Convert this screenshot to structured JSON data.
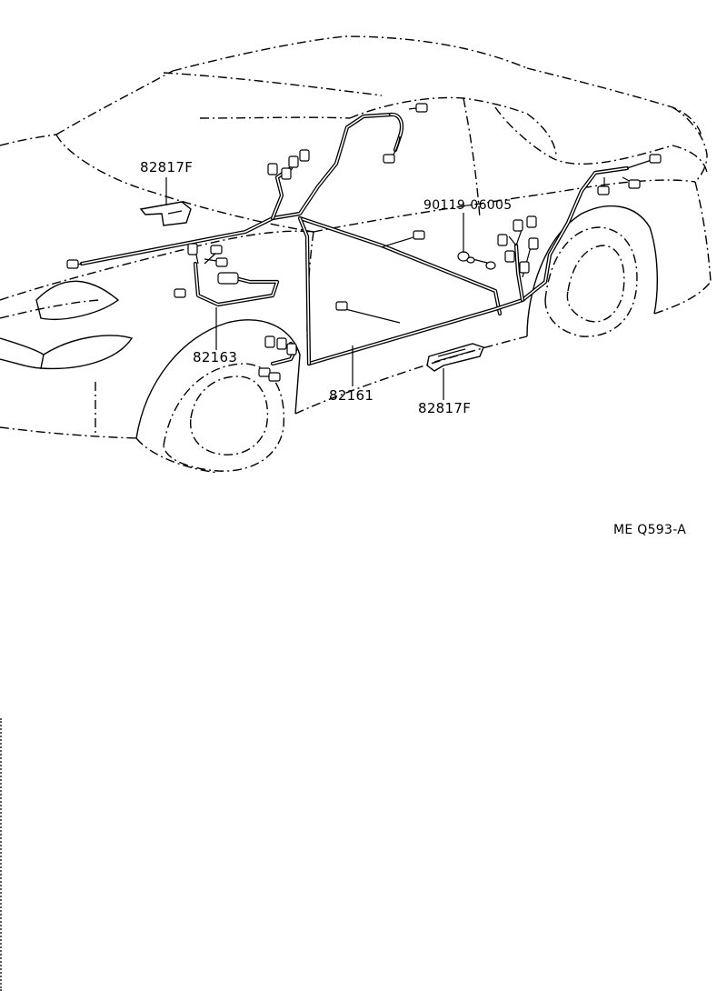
{
  "labels": {
    "protector_front": "82817F",
    "clamp": "90119-06005",
    "harness_front": "82163",
    "harness_floor": "82161",
    "protector_rear": "82817F"
  },
  "figure_code": "ME Q593-A"
}
